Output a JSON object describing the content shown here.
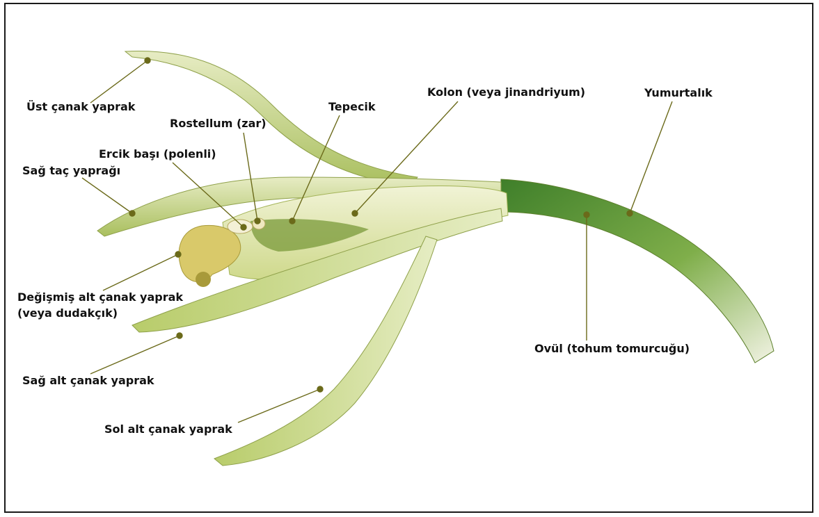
{
  "labels": {
    "ust_canak": "Üst çanak yaprak",
    "rostellum": "Rostellum (zar)",
    "tepecik": "Tepecik",
    "kolon": "Kolon (veya jinandriyum)",
    "yumurtalik": "Yumurtalık",
    "ercik": "Ercik başı (polenli)",
    "sag_tac": "Sağ taç yaprağı",
    "degismis": "Değişmiş alt çanak yaprak",
    "degismis_sub": "(veya dudakçık)",
    "sag_alt": "Sağ alt çanak yaprak",
    "ovul": "Ovül (tohum tomurcuğu)",
    "sol_alt": "Sol alt çanak yaprak"
  },
  "colors": {
    "leader": "#6b6a1a",
    "petal_light": "#dfe7b3",
    "petal_mid": "#b9cb6e",
    "ovary_dark": "#4a8a2e"
  }
}
